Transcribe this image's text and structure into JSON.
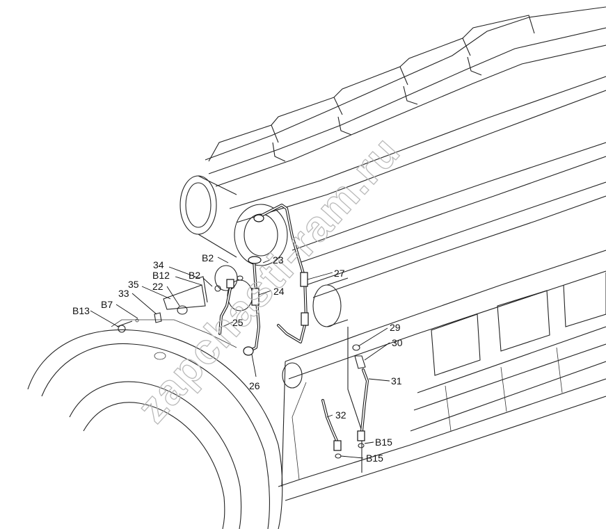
{
  "watermark": "zapchasti-ram.ru",
  "callouts": [
    {
      "id": "B2-upper",
      "text": "B2"
    },
    {
      "id": "34",
      "text": "34"
    },
    {
      "id": "B12",
      "text": "B12"
    },
    {
      "id": "B2-lower",
      "text": "B2"
    },
    {
      "id": "35",
      "text": "35"
    },
    {
      "id": "22",
      "text": "22"
    },
    {
      "id": "33",
      "text": "33"
    },
    {
      "id": "B7",
      "text": "B7"
    },
    {
      "id": "B13",
      "text": "B13"
    },
    {
      "id": "23",
      "text": "23"
    },
    {
      "id": "24",
      "text": "24"
    },
    {
      "id": "27",
      "text": "27"
    },
    {
      "id": "25",
      "text": "25"
    },
    {
      "id": "26",
      "text": "26"
    },
    {
      "id": "29",
      "text": "29"
    },
    {
      "id": "30",
      "text": "30"
    },
    {
      "id": "31",
      "text": "31"
    },
    {
      "id": "32",
      "text": "32"
    },
    {
      "id": "B15-upper",
      "text": "B15"
    },
    {
      "id": "B15-lower",
      "text": "B15"
    }
  ]
}
